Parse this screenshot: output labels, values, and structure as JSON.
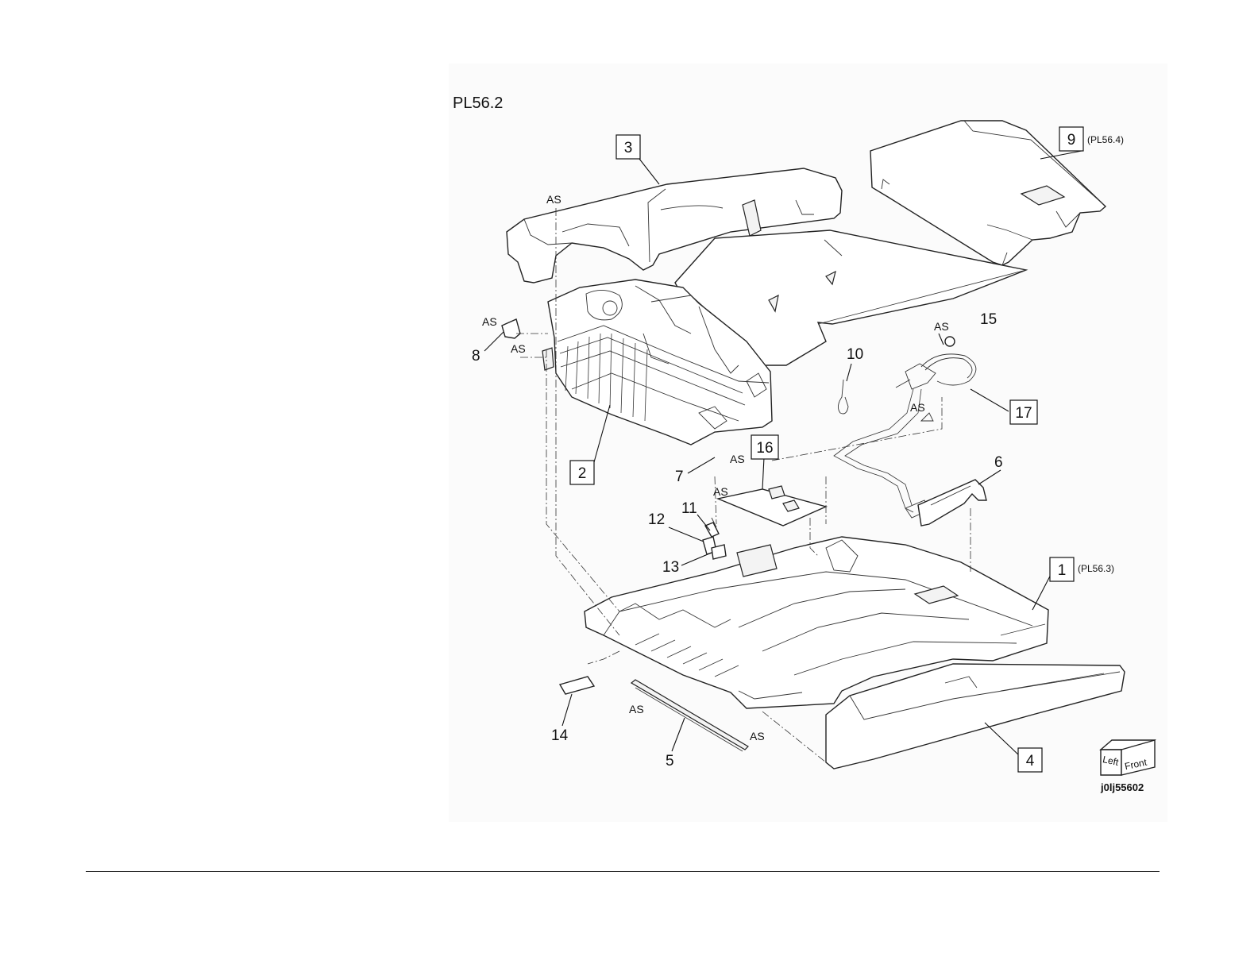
{
  "title": "PL56.2",
  "drawing_id": "j0lj55602",
  "orientation_cube": {
    "left_face": "Left",
    "front_face": "Front"
  },
  "callouts": {
    "c1": "1",
    "c2": "2",
    "c3": "3",
    "c4": "4",
    "c5": "5",
    "c6": "6",
    "c7": "7",
    "c8": "8",
    "c9": "9",
    "c10": "10",
    "c11": "11",
    "c12": "12",
    "c13": "13",
    "c14": "14",
    "c15": "15",
    "c16": "16",
    "c17": "17"
  },
  "references": {
    "r9": "(PL56.4)",
    "r1": "(PL56.3)"
  },
  "assembly_marker": "AS"
}
